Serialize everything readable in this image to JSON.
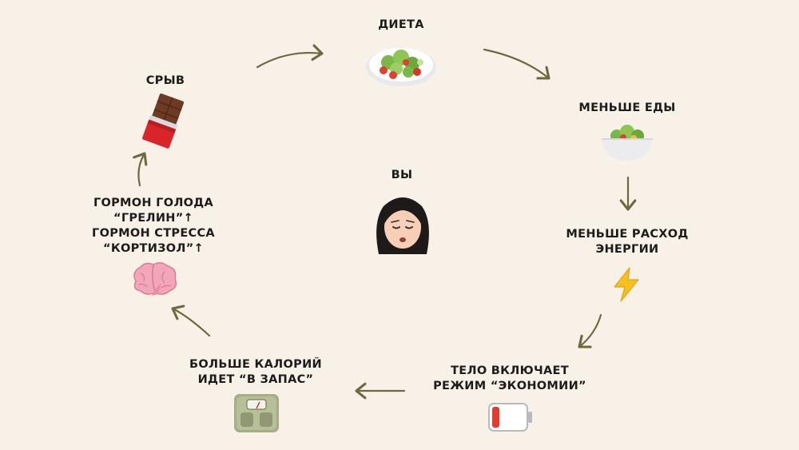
{
  "center": {
    "label": "ВЫ",
    "icon": "sad-woman-icon"
  },
  "steps": [
    {
      "id": "diet",
      "lines": [
        "ДИЕТА"
      ],
      "icon": "salad-plate-icon"
    },
    {
      "id": "less-food",
      "lines": [
        "МЕНЬШЕ ЕДЫ"
      ],
      "icon": "salad-bowl-icon"
    },
    {
      "id": "less-energy",
      "lines": [
        "МЕНЬШЕ РАСХОД",
        "ЭНЕРГИИ"
      ],
      "icon": "lightning-icon"
    },
    {
      "id": "economy-mode",
      "lines": [
        "ТЕЛО ВКЛЮЧАЕТ",
        "РЕЖИМ “ЭКОНОМИИ”"
      ],
      "icon": "low-battery-icon"
    },
    {
      "id": "more-calories",
      "lines": [
        "БОЛЬШЕ КАЛОРИЙ",
        "ИДЕТ “В ЗАПАС”"
      ],
      "icon": "bathroom-scale-icon"
    },
    {
      "id": "hormones",
      "lines": [
        "ГОРМОН ГОЛОДА",
        "“ГРЕЛИН”↑",
        "ГОРМОН СТРЕССА",
        "“КОРТИЗОЛ”↑"
      ],
      "icon": "brain-icon"
    },
    {
      "id": "breakdown",
      "lines": [
        "СРЫВ"
      ],
      "icon": "chocolate-bar-icon"
    }
  ],
  "colors": {
    "background": "#f8f1e8",
    "arrow": "#6b6a3e",
    "text": "#1c1c1c"
  }
}
